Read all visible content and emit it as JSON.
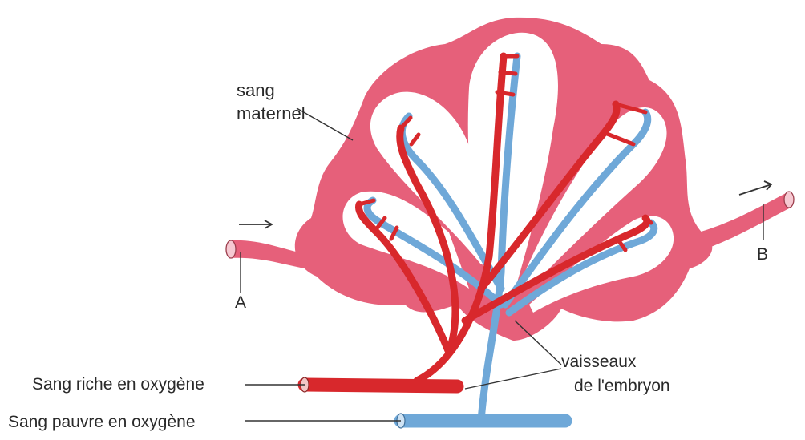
{
  "labels": {
    "sang": "sang",
    "maternel": "maternel",
    "a": "A",
    "b": "B",
    "vaisseaux": "vaisseaux",
    "de_embryon": "de l'embryon",
    "riche": "Sang riche en oxygène",
    "pauvre": "Sang pauvre en oxygène"
  },
  "colors": {
    "maternal_blood": "#e6607a",
    "villus_cavity": "#ffffff",
    "oxygen_rich": "#d8282c",
    "oxygen_poor": "#6fa8d8",
    "text": "#2a2a2a"
  }
}
